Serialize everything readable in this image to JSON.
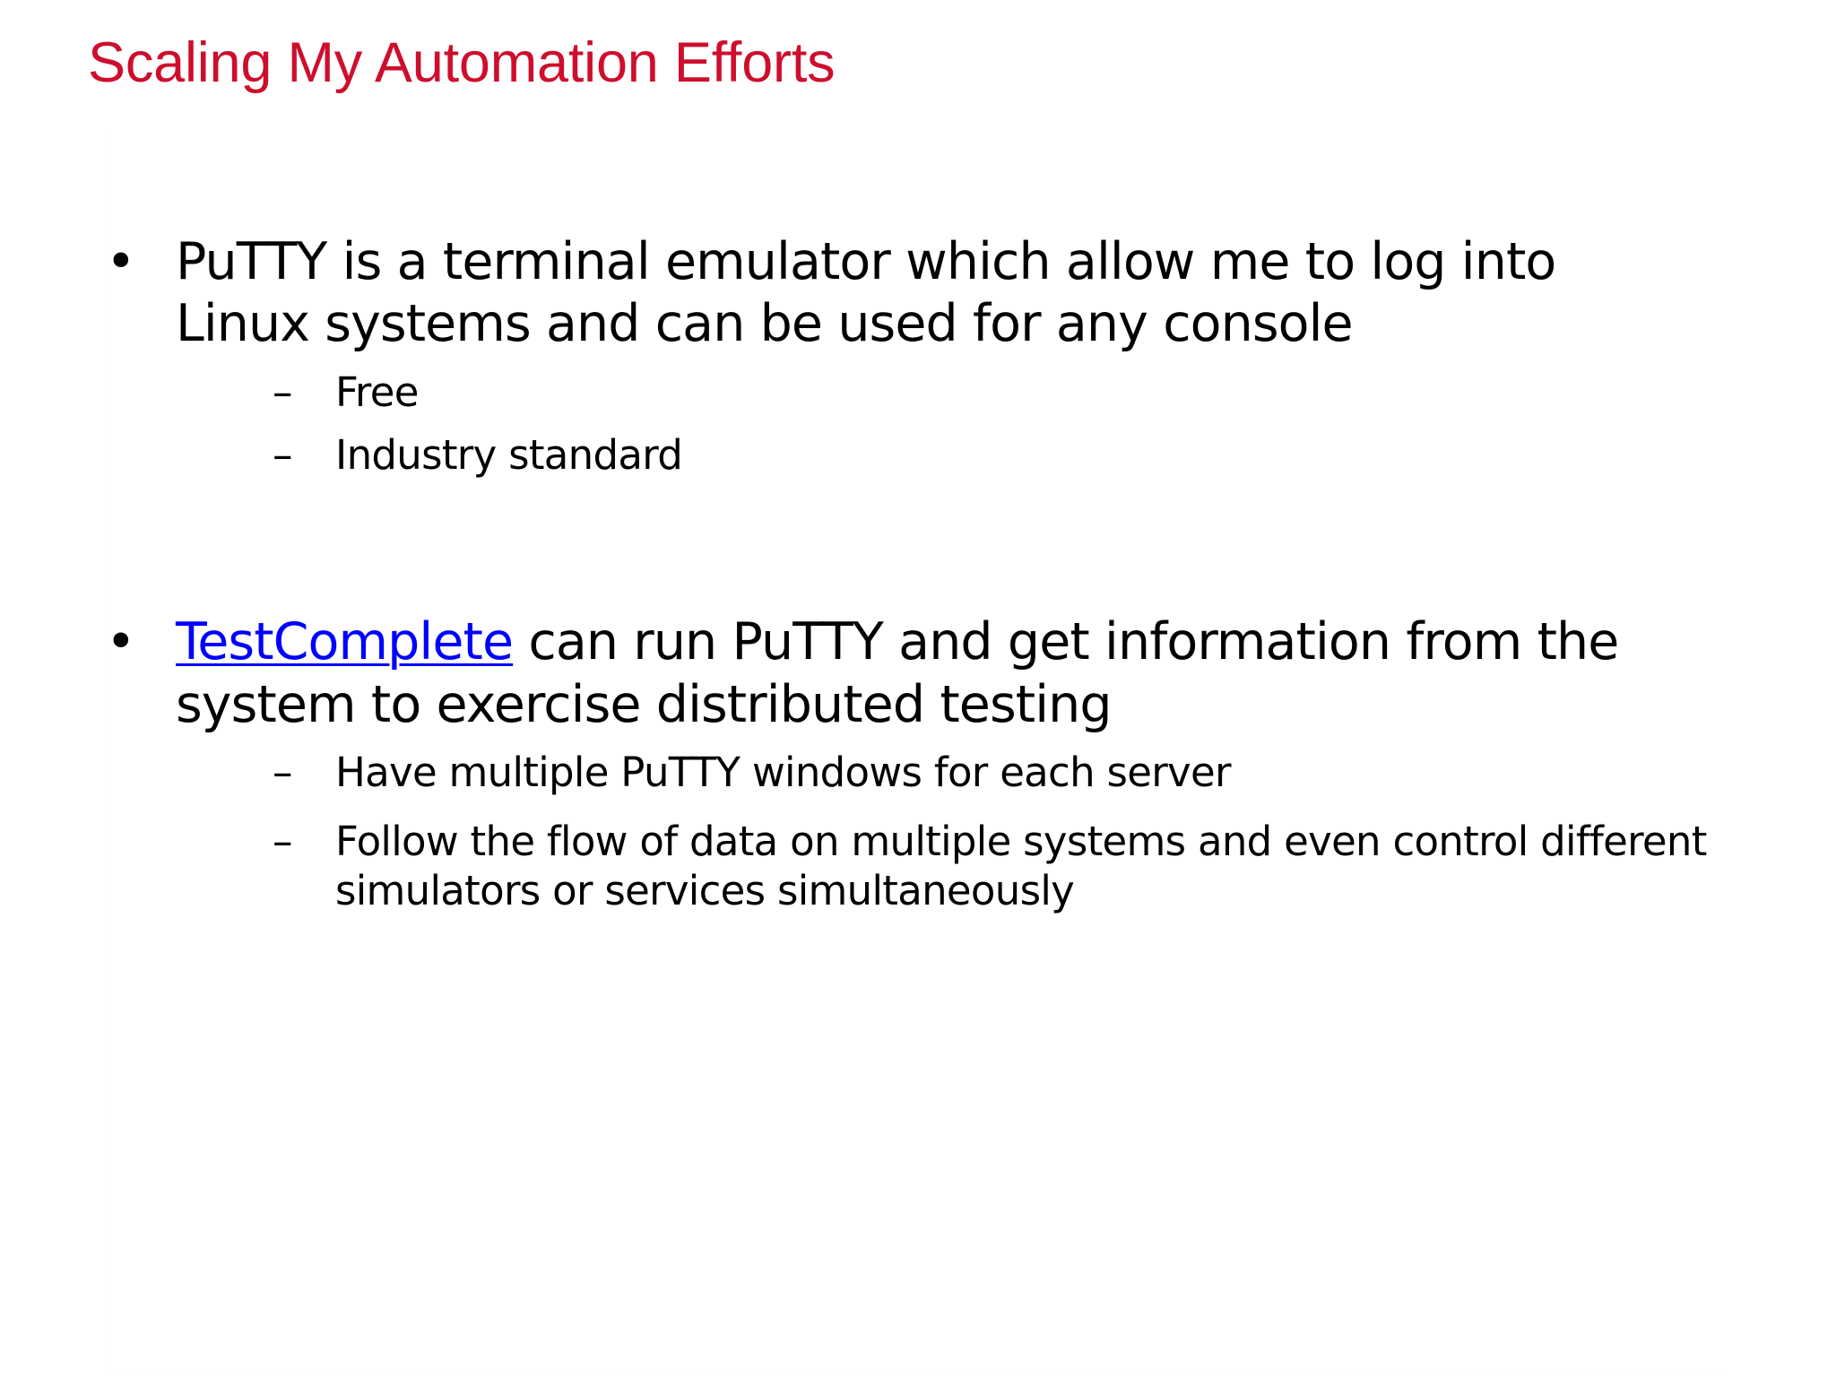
{
  "slide": {
    "background_color": "#ffffff",
    "title": "Scaling My Automation Efforts",
    "title_color": "#ce0e2d",
    "body_text_color": "#010101",
    "hyperlink_color": "#0000ff",
    "level1_bullet_glyph": "•",
    "level2_bullet_glyph": "–"
  },
  "content": {
    "bullets": [
      {
        "text": "PuTTY is a terminal emulator which allow me to log into Linux systems and can be used for any console",
        "sub": [
          {
            "text": "Free"
          },
          {
            "text": "Industry standard"
          }
        ]
      },
      {
        "link_text": "TestComplete",
        "text_after_link": " can run PuTTY and get information from the system to exercise distributed testing",
        "sub": [
          {
            "text": "Have multiple PuTTY windows for each server"
          },
          {
            "text": "Follow the flow of data on multiple systems and even control different simulators or services simultaneously"
          }
        ]
      }
    ]
  }
}
